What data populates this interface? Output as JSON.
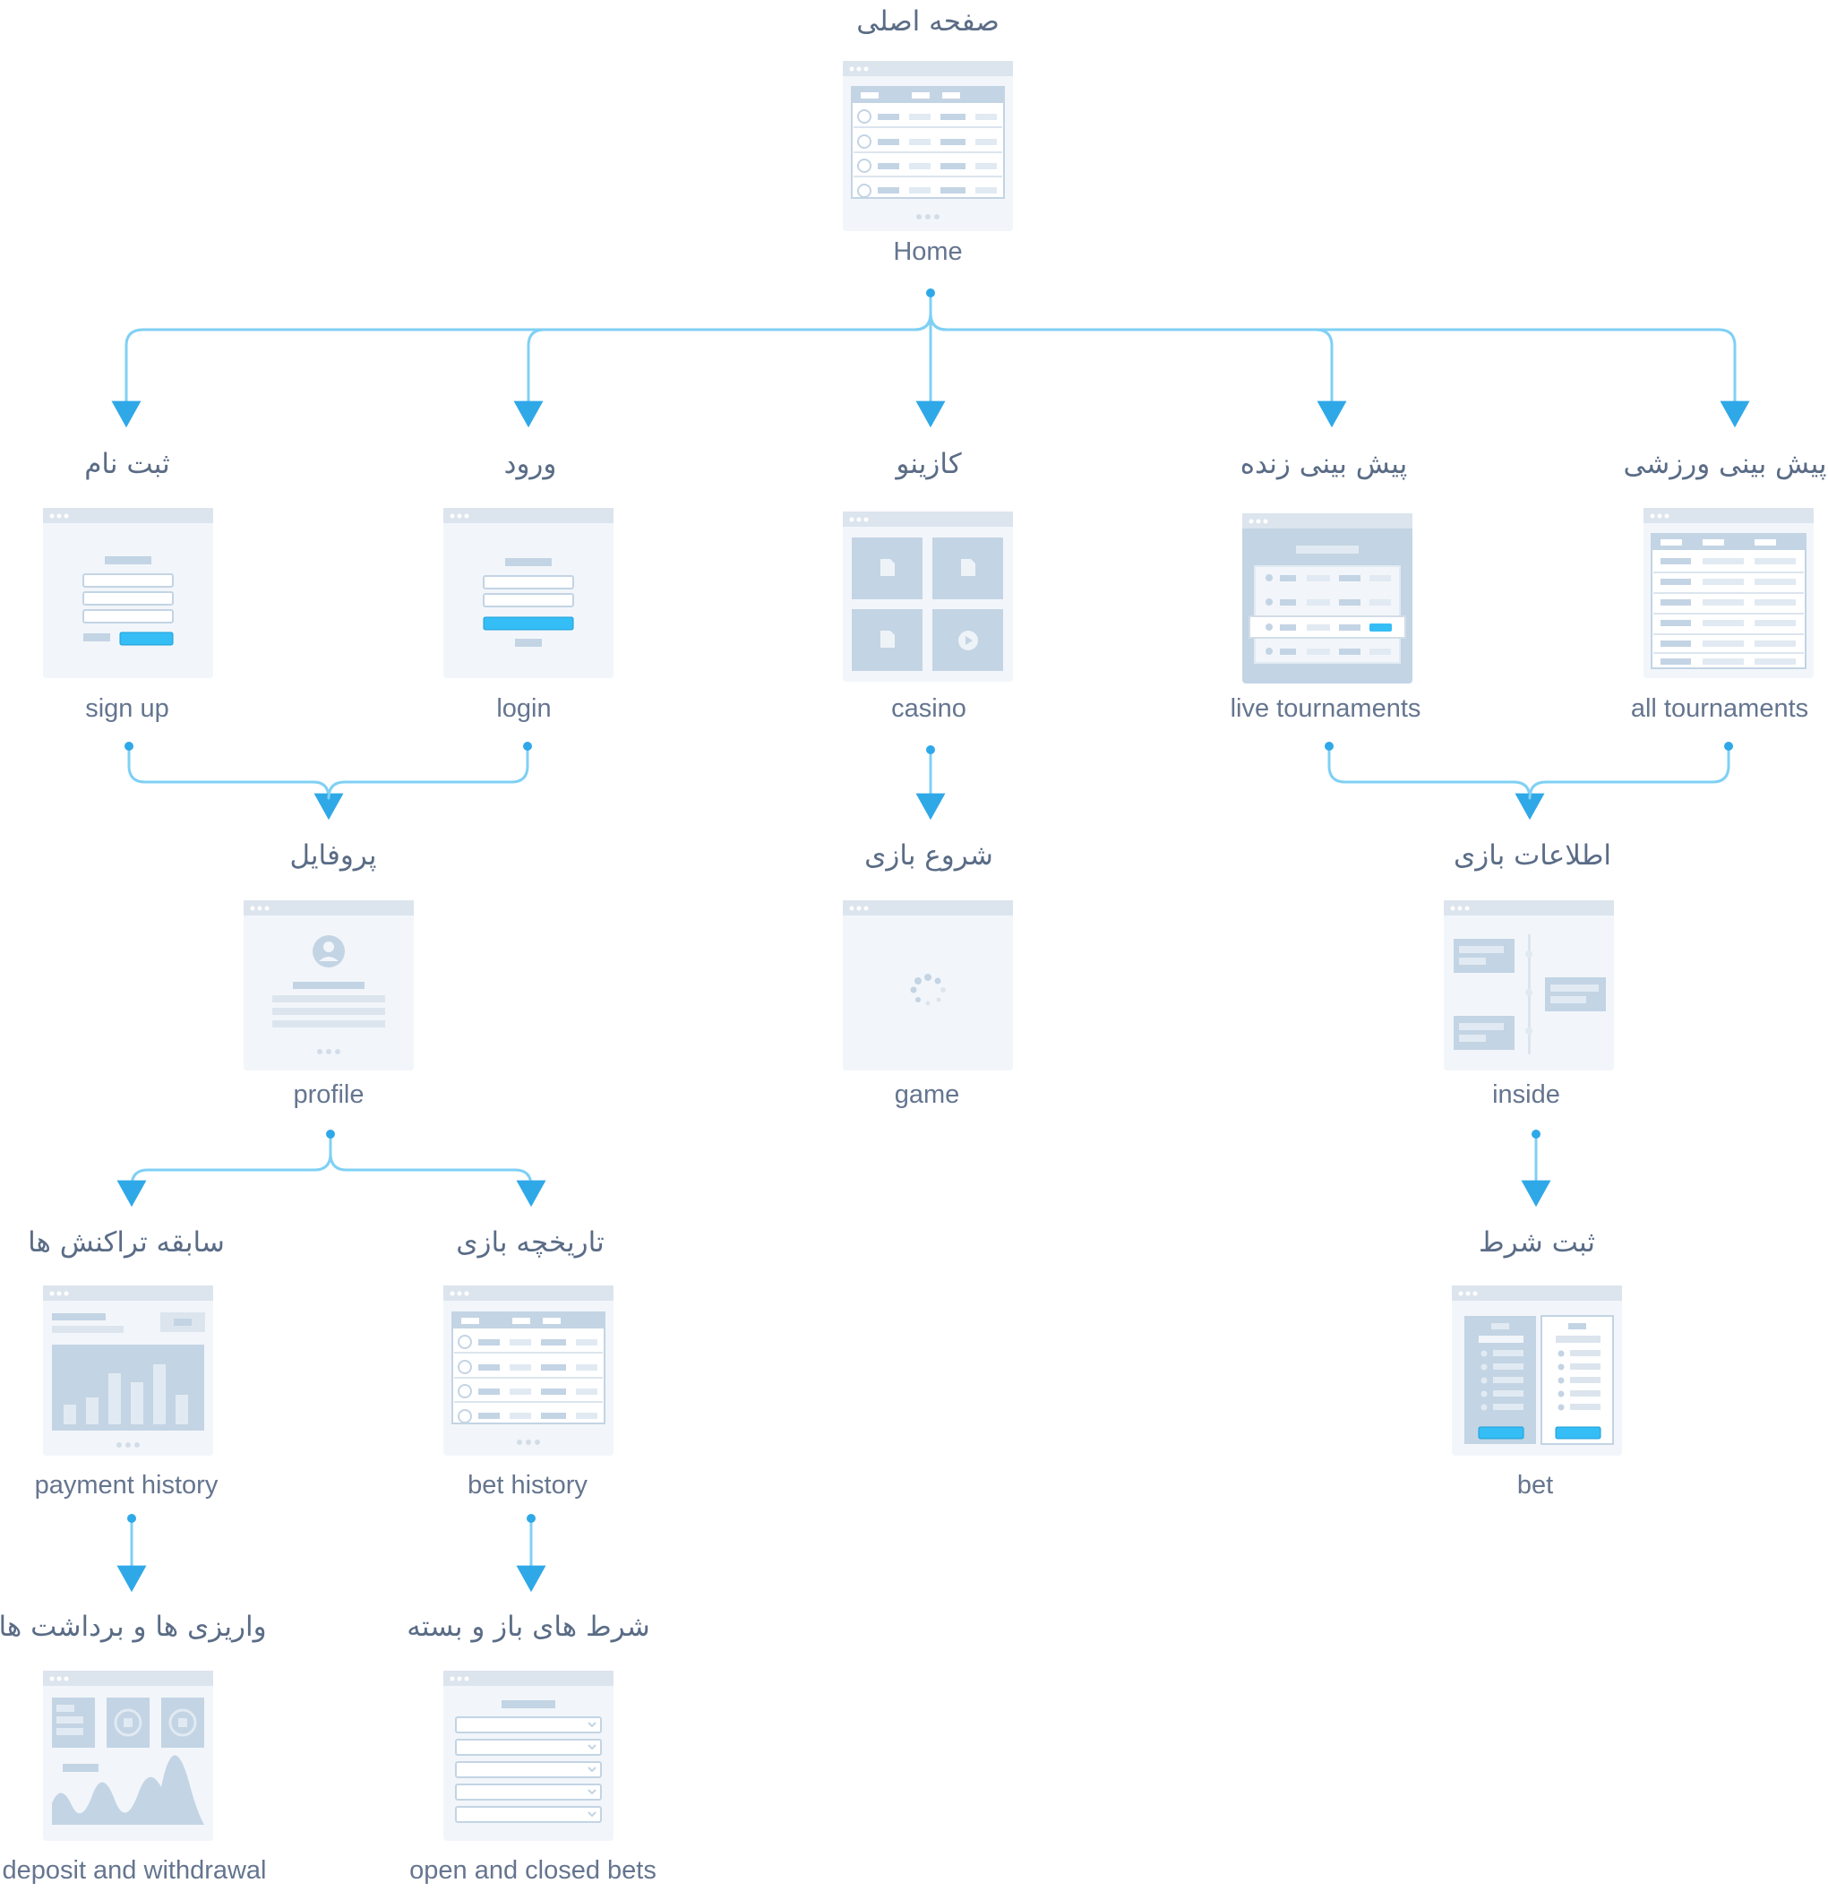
{
  "colors": {
    "connector": "#7fd0f4",
    "connector_dot": "#2fa8e8",
    "text": "#5a6c86",
    "accent": "#35bdf5"
  },
  "nodes": {
    "home": {
      "title": "صفحه اصلی",
      "label": "Home"
    },
    "signup": {
      "title": "ثبت نام",
      "label": "sign up"
    },
    "login": {
      "title": "ورود",
      "label": "login"
    },
    "casino": {
      "title": "کازینو",
      "label": "casino"
    },
    "live": {
      "title": "پیش بینی زنده",
      "label": "live tournaments"
    },
    "all": {
      "title": "پیش بینی ورزشی",
      "label": "all tournaments"
    },
    "profile": {
      "title": "پروفایل",
      "label": "profile"
    },
    "game": {
      "title": "شروع بازی",
      "label": "game"
    },
    "inside": {
      "title": "اطلاعات بازی",
      "label": "inside"
    },
    "payment": {
      "title": "سابقه تراکنش ها",
      "label": "payment history"
    },
    "bethistory": {
      "title": "تاریخچه بازی",
      "label": "bet history"
    },
    "bet": {
      "title": "ثبت شرط",
      "label": "bet"
    },
    "deposit": {
      "title": "واریزی ها و برداشت ها",
      "label": "deposit and withdrawal"
    },
    "openclosed": {
      "title": "شرط های باز و بسته",
      "label": "open and closed bets"
    }
  },
  "edges": [
    [
      "home",
      "signup"
    ],
    [
      "home",
      "login"
    ],
    [
      "home",
      "casino"
    ],
    [
      "home",
      "live"
    ],
    [
      "home",
      "all"
    ],
    [
      "signup",
      "profile"
    ],
    [
      "login",
      "profile"
    ],
    [
      "casino",
      "game"
    ],
    [
      "live",
      "inside"
    ],
    [
      "all",
      "inside"
    ],
    [
      "profile",
      "payment"
    ],
    [
      "profile",
      "bethistory"
    ],
    [
      "inside",
      "bet"
    ],
    [
      "payment",
      "deposit"
    ],
    [
      "bethistory",
      "openclosed"
    ]
  ]
}
